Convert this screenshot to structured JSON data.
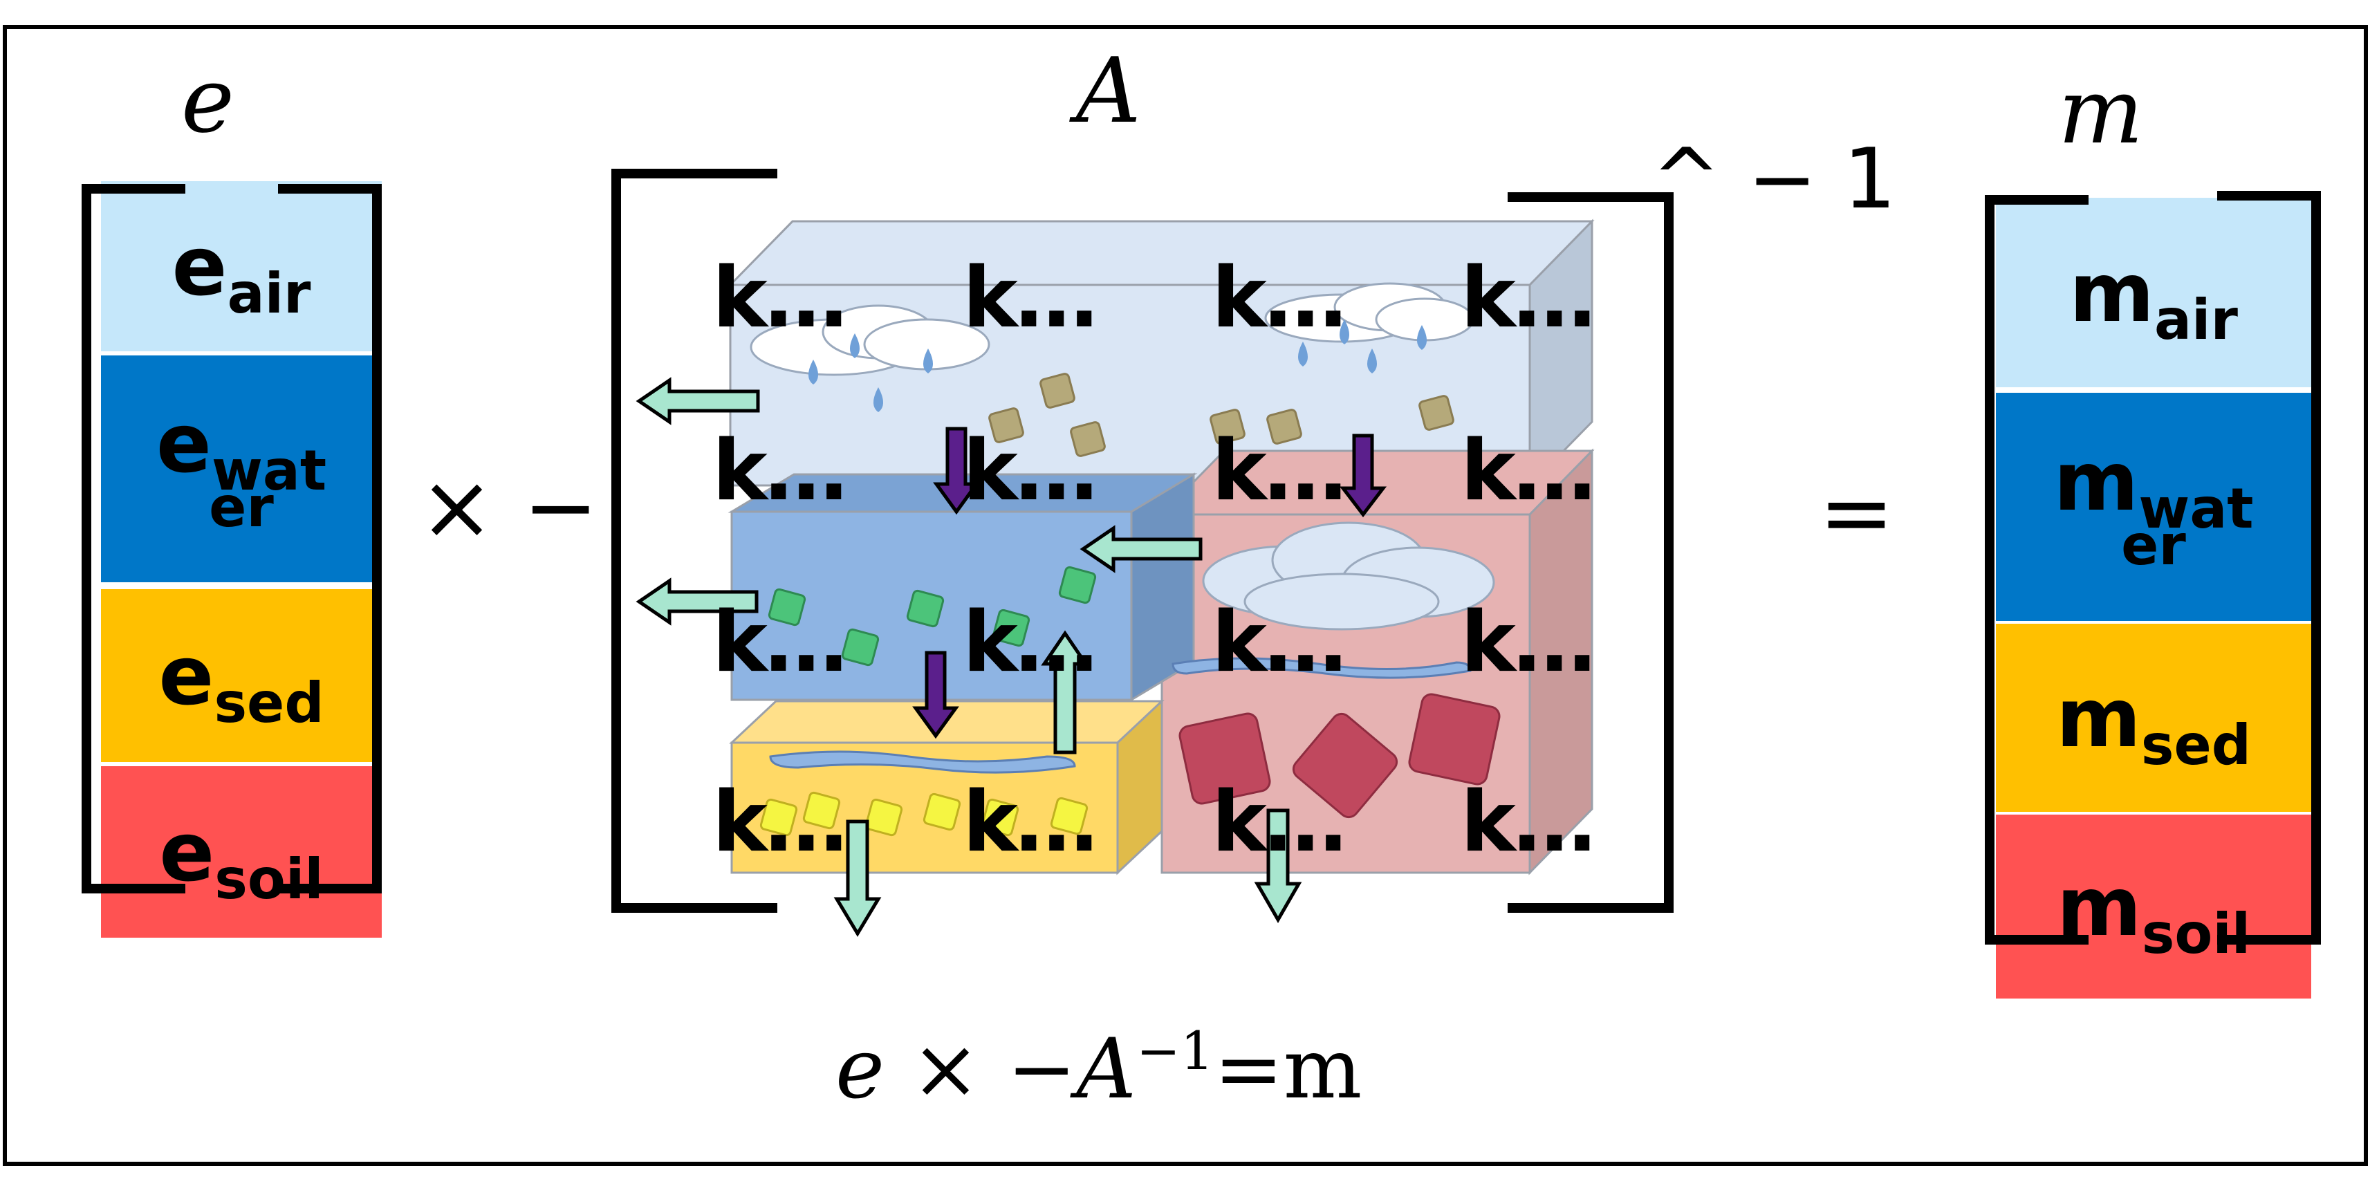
{
  "vector_e": {
    "label": "e",
    "cells": [
      {
        "main": "e",
        "sub": "air",
        "sub2": "",
        "color": "#c5e7fa"
      },
      {
        "main": "e",
        "sub": "wat",
        "sub2": "er",
        "color": "#0077c8"
      },
      {
        "main": "e",
        "sub": "sed",
        "sub2": "",
        "color": "#ffc000"
      },
      {
        "main": "e",
        "sub": "soil",
        "sub2": "",
        "color": "#ff5252"
      }
    ]
  },
  "vector_m": {
    "label": "m",
    "cells": [
      {
        "main": "m",
        "sub": "air",
        "sub2": "",
        "color": "#c5e7fa"
      },
      {
        "main": "m",
        "sub": "wat",
        "sub2": "er",
        "color": "#0077c8"
      },
      {
        "main": "m",
        "sub": "sed",
        "sub2": "",
        "color": "#ffc000"
      },
      {
        "main": "m",
        "sub": "soil",
        "sub2": "",
        "color": "#ff5252"
      }
    ]
  },
  "matrix": {
    "label": "A",
    "exponent": "^ − 1",
    "cell_text": "k…"
  },
  "operators": {
    "times_minus": "× −",
    "equals": "="
  },
  "equation": {
    "e": "e",
    "times_minus": " × −",
    "A": "A",
    "sup": "−1",
    "eq_m": "=m"
  },
  "colors": {
    "air": "#dae6f5",
    "water": "#8eb4e3",
    "sediment": "#ffd966",
    "soil": "#e6b2b2",
    "arrow_fill": "#a8e6cf",
    "arrow_down": "#5b1f8c",
    "particle_tan": "#b5a97a",
    "particle_green": "#4cc47a",
    "particle_yellow": "#f5f542",
    "particle_red": "#c0485e"
  }
}
